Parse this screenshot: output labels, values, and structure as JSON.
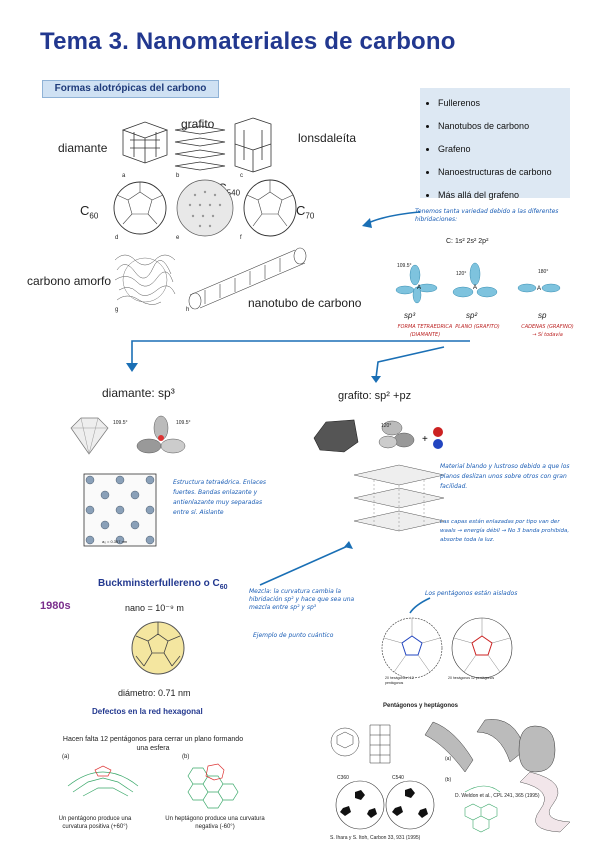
{
  "title": "Tema 3.  Nanomateriales de carbono",
  "section_label": "Formas alotrópicas del carbono",
  "topics": [
    "Fullerenos",
    "Nanotubos de carbono",
    "Grafeno",
    "Nanoestructuras de carbono",
    "Más allá del grafeno"
  ],
  "allotropes": {
    "grafito": "grafito",
    "diamante": "diamante",
    "lonsdaleita": "lonsdaleíta",
    "c60": "C",
    "c60_sub": "60",
    "c540": "C",
    "c540_sub": "540",
    "c70": "C",
    "c70_sub": "70",
    "amorfo": "carbono amorfo",
    "nanotubo": "nanotubo de carbono",
    "letters": [
      "a",
      "b",
      "c",
      "d",
      "e",
      "f",
      "g",
      "h"
    ]
  },
  "hybrid": {
    "note": "Tenemos tanta variedad debido a las diferentes hibridaciones:",
    "config": "C: 1s² 2s² 2p²",
    "angles": [
      "109.5°",
      "120°",
      "180°"
    ],
    "sp3": "sp³",
    "sp3_desc": "FORMA TETRAEDRICA (DIAMANTE)",
    "sp2": "sp²",
    "sp2_desc": "PLANO (GRAFITO)",
    "sp": "sp",
    "sp_desc": "CADENAS (GRAFINO) → Sí todavía"
  },
  "diamante_head": "diamante: sp³",
  "grafito_head": "grafito: sp² +pz",
  "diamante_notes": "Estructura tetraédrica. Enlaces fuertes. Bandas enlazante y antienlazante muy separadas entre sí. Aislante",
  "diamante_angles": [
    "109.5°",
    "109.5°"
  ],
  "diamante_cell_label": "a₀ = 0.357 nm",
  "grafito_notes": "Material blando y lustroso debido a que los planos deslizan unos sobre otros con gran facilidad.",
  "grafito_notes2": "Las capas están enlazadas por tipo van der waals → energía débil → No 3 banda prohibida, absorbe toda la luz.",
  "grafito_angle": "120°",
  "buckminster": "Buckminsterfullereno o C",
  "buckminster_sub": "60",
  "year": "1980s",
  "nano": "nano = 10⁻⁹ m",
  "diametro": "diámetro: 0.71 nm",
  "mezcla": "Mezcla: la curvatura cambia la hibridación sp² y hace que sea una mezcla entre sp² y sp³",
  "ejemplo": "Ejemplo de punto cuántico",
  "pentagonos_note": "Los pentágonos están aislados",
  "defectos": "Defectos en la red hexagonal",
  "doce": "Hacen falta 12 pentágonos para cerrar un plano formando una esfera",
  "penta_cap": "Un pentágono produce una curvatura positiva (+60°)",
  "hepta_cap": "Un heptágono produce una curvatura negativa (-60°)",
  "panel_a": "(a)",
  "panel_b": "(b)",
  "pent_hept": "Pentágonos y heptágonos",
  "weldon": "D. Weldon et al., CPL 241, 365 (1995)",
  "ihara": "S. Ihara y S. Itoh, Carbon 33, 931 (1995)",
  "c360": "C360",
  "c540_small": "C540",
  "fig_caption_left": "20 hexágonos / 12 pentágonos",
  "fig_caption_right": "20 hexágonos  12 pentágonos"
}
